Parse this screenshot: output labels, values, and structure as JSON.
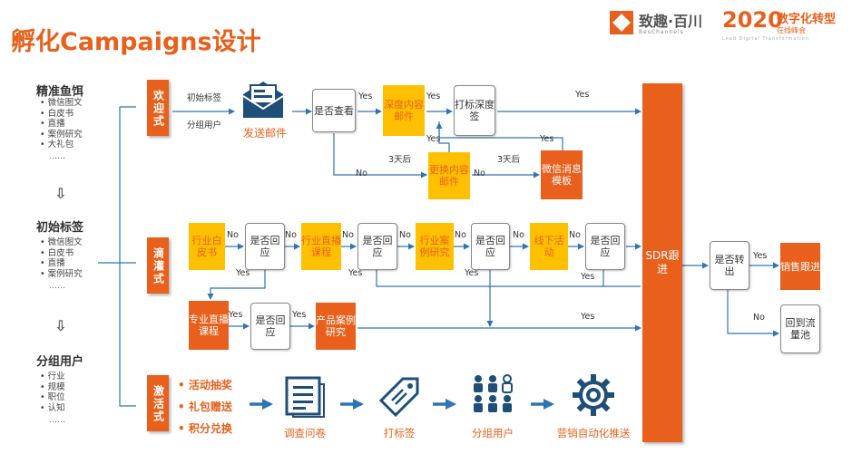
{
  "title": "孵化Campaigns设计",
  "logo_zhiqu": {
    "name": "致趣·百川",
    "sub": "BesChannels"
  },
  "logo_2020": {
    "year": "2020",
    "title": "数字化转型",
    "subtitle": "在线峰会",
    "tagline": "Lead Digital Transformation"
  },
  "left_column": {
    "lead_magnet": {
      "heading": "精准鱼饵",
      "items": [
        "微信图文",
        "白皮书",
        "直播",
        "案例研究",
        "大礼包"
      ],
      "more": "……"
    },
    "initial_tags": {
      "heading": "初始标签",
      "items": [
        "微信图文",
        "白皮书",
        "直播",
        "案例研究"
      ],
      "more": "……"
    },
    "grouped_users": {
      "heading": "分组用户",
      "items": [
        "行业",
        "规模",
        "职位",
        "认知"
      ],
      "more": "……"
    },
    "down_arrow": "⇩"
  },
  "categories": {
    "welcome": "欢迎式",
    "drip": "滴灌式",
    "activate": "激活式"
  },
  "welcome": {
    "in_label_1": "初始标签",
    "in_label_2": "分组用户",
    "send_email": "发送邮件",
    "is_viewed": "是否查看",
    "deep_email": "深度内容邮件",
    "tag_deep": "打标深度签",
    "change_email": "更换内容邮件",
    "wechat_template": "微信消息模板",
    "yes": "Yes",
    "no": "No",
    "three_days": "3天后"
  },
  "drip": {
    "industry_whitepaper": "行业白皮书",
    "industry_live": "行业直播课程",
    "industry_case": "行业案例研究",
    "offline_event": "线下活动",
    "pro_live": "专业直播课程",
    "product_case": "产品案例研究",
    "replied": "是否回应",
    "yes": "Yes",
    "no": "No"
  },
  "activate": {
    "bullets": [
      "活动抽奖",
      "礼包赠送",
      "积分兑换"
    ],
    "steps": [
      "调查问卷",
      "打标签",
      "分组用户",
      "营销自动化推送"
    ]
  },
  "sdr": "SDR跟进",
  "convert": "是否转出",
  "sales": "销售跟进",
  "back_pool": "回到流量池",
  "yes": "Yes",
  "no": "No",
  "colors": {
    "orange": "#e8601c",
    "yellow": "#ffc000",
    "blue": "#2e75b6"
  }
}
